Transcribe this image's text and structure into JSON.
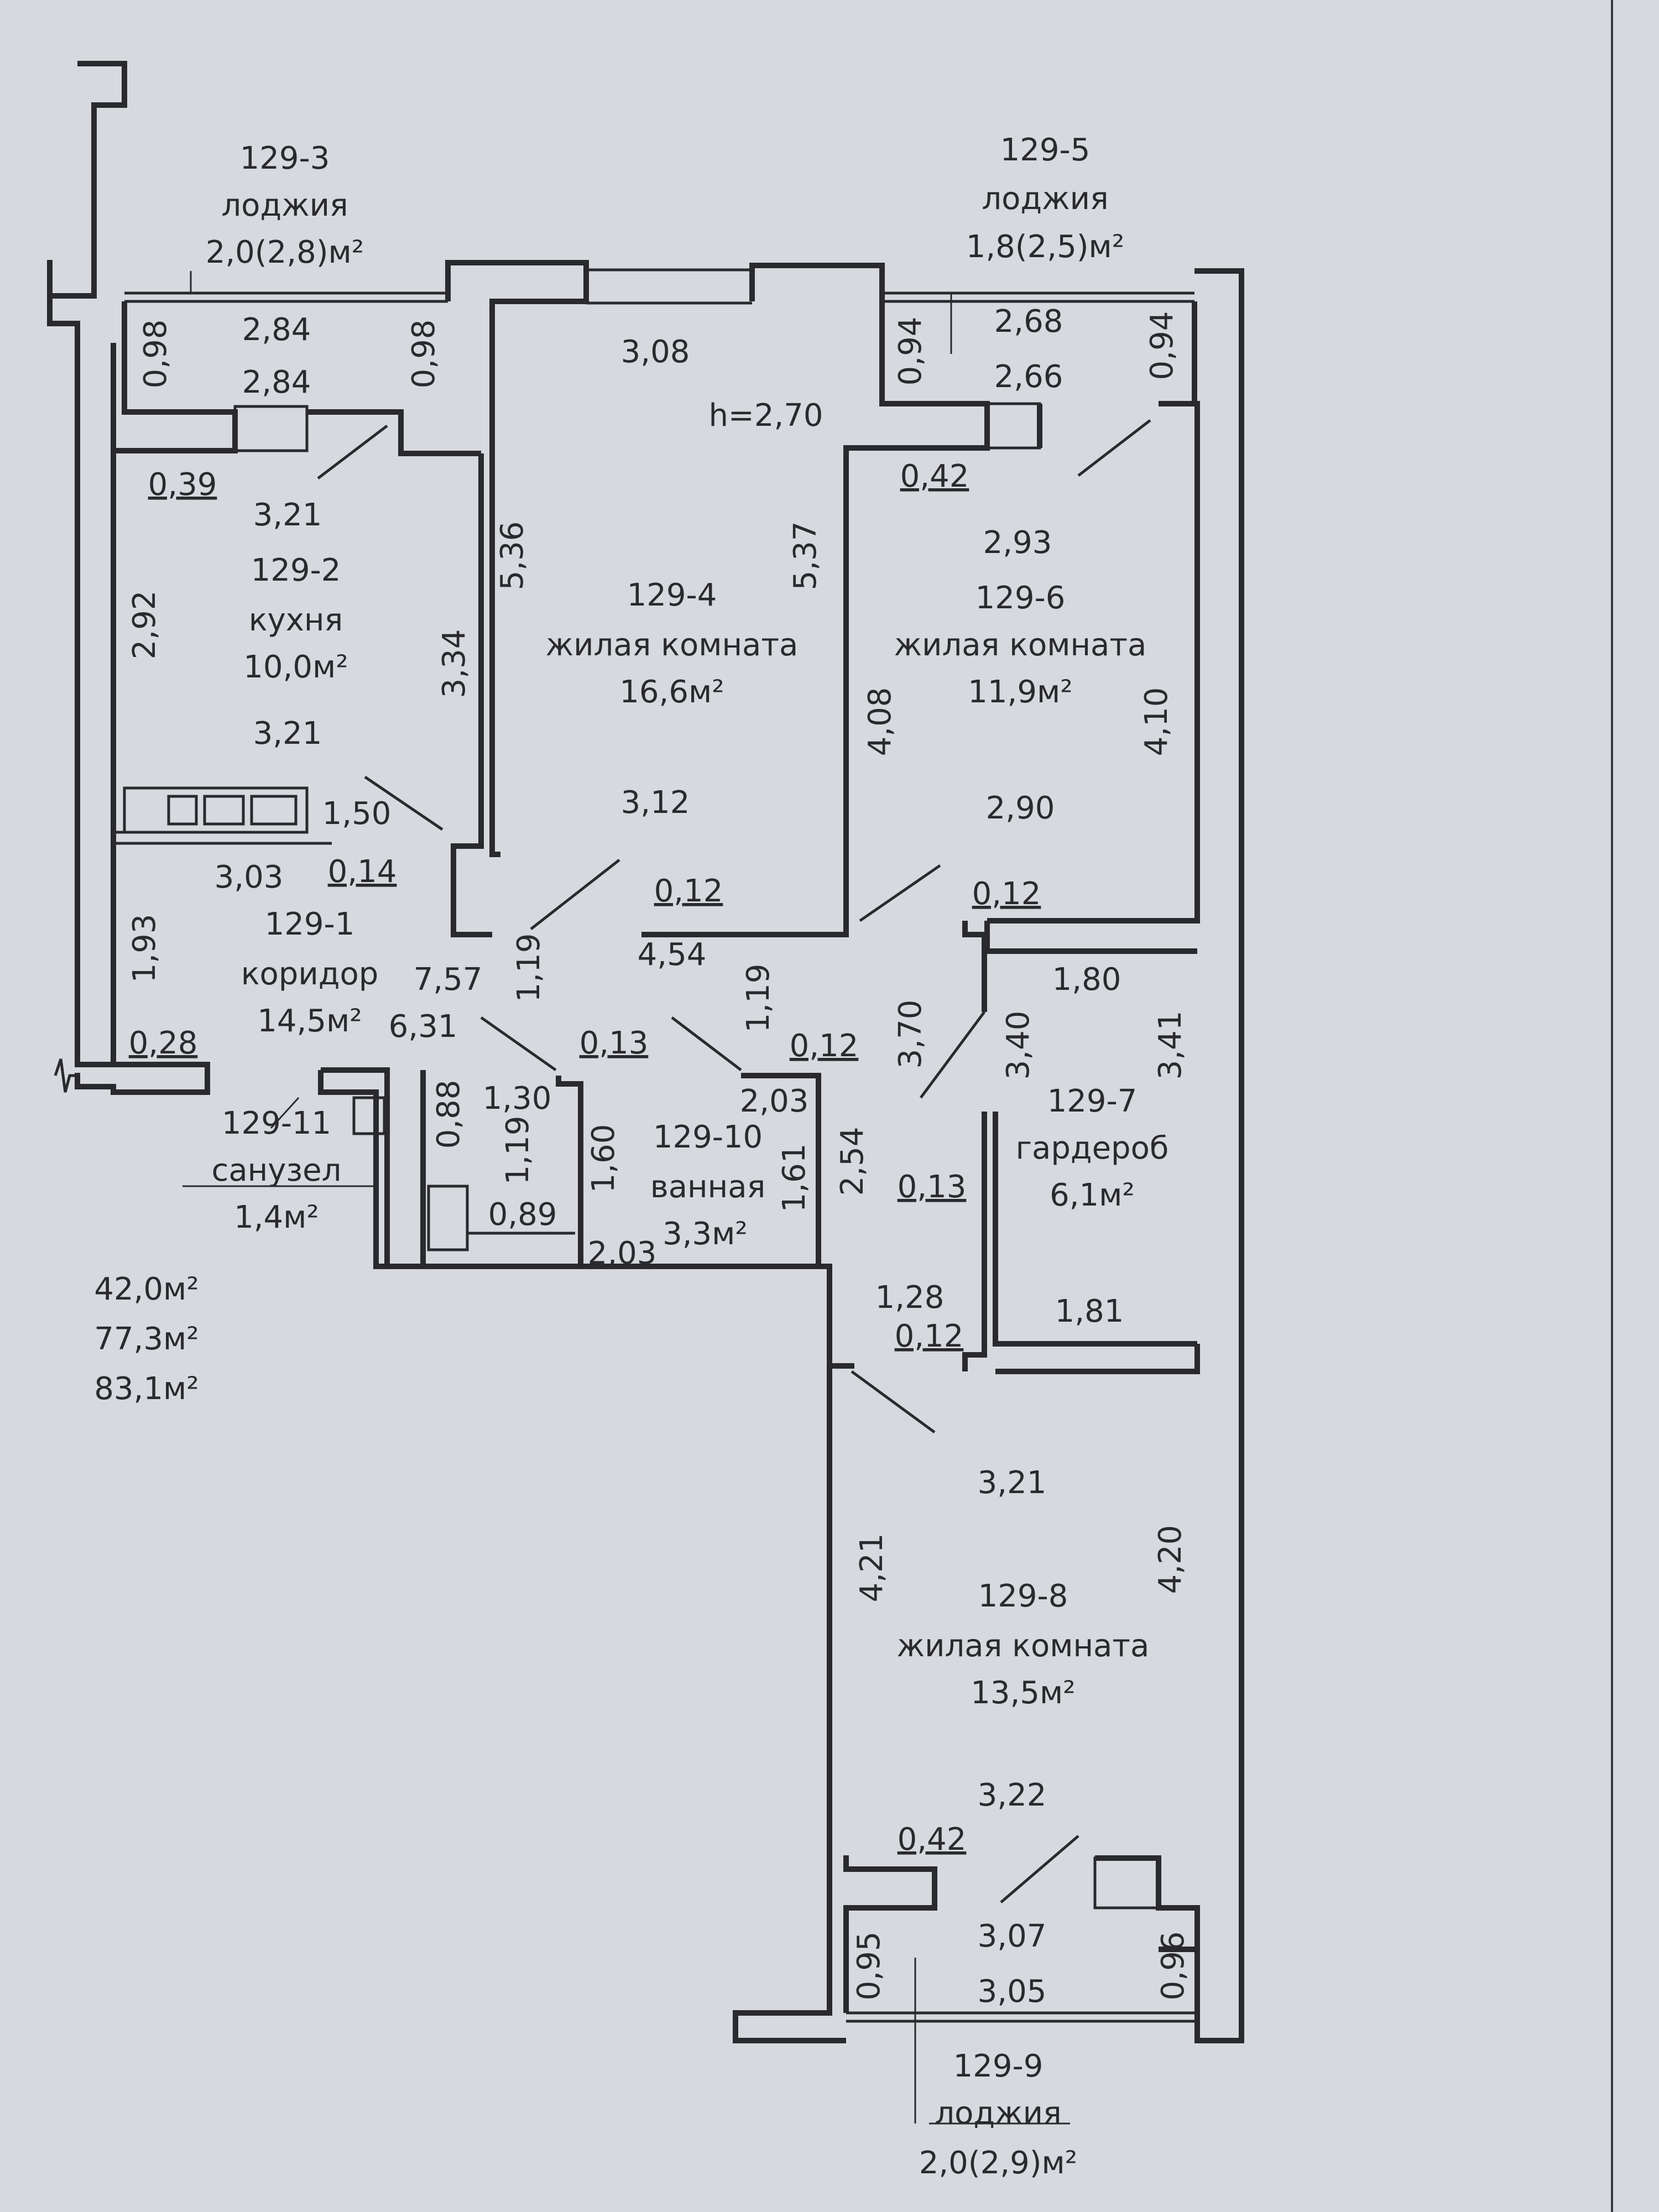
{
  "rooms": {
    "r1": {
      "id": "129-1",
      "name": "коридор",
      "area": "14,5м²"
    },
    "r2": {
      "id": "129-2",
      "name": "кухня",
      "area": "10,0м²"
    },
    "r3": {
      "id": "129-3",
      "name": "лоджия",
      "area": "2,0(2,8)м²"
    },
    "r4": {
      "id": "129-4",
      "name": "жилая комната",
      "area": "16,6м²"
    },
    "r5": {
      "id": "129-5",
      "name": "лоджия",
      "area": "1,8(2,5)м²"
    },
    "r6": {
      "id": "129-6",
      "name": "жилая комната",
      "area": "11,9м²"
    },
    "r7": {
      "id": "129-7",
      "name": "гардероб",
      "area": "6,1м²"
    },
    "r8": {
      "id": "129-8",
      "name": "жилая комната",
      "area": "13,5м²"
    },
    "r9": {
      "id": "129-9",
      "name": "лоджия",
      "area": "2,0(2,9)м²"
    },
    "r10": {
      "id": "129-10",
      "name": "ванная",
      "area": "3,3м²"
    },
    "r11": {
      "id": "129-11",
      "name": "санузел",
      "area": "1,4м²"
    }
  },
  "height": "h=2,70",
  "totals": [
    "42,0м²",
    "77,3м²",
    "83,1м²"
  ],
  "dims": {
    "d1": "2,84",
    "d2": "2,84",
    "d3": "0,98",
    "d4": "0,98",
    "d5": "0,39",
    "d6": "3,21",
    "d7": "2,92",
    "d8": "3,21",
    "d9": "3,34",
    "d10": "1,50",
    "d11": "3,03",
    "d12": "0,14",
    "d13": "1,93",
    "d14": "0,28",
    "d15": "3,08",
    "d16": "5,36",
    "d17": "5,37",
    "d18": "3,12",
    "d19": "0,12",
    "d20": "4,54",
    "d21": "2,68",
    "d22": "2,66",
    "d23": "0,94",
    "d24": "0,94",
    "d25": "0,42",
    "d26": "2,93",
    "d27": "4,08",
    "d28": "4,10",
    "d29": "2,90",
    "d30": "0,12",
    "d31": "1,80",
    "d32": "3,40",
    "d33": "3,41",
    "d34": "3,70",
    "d35": "0,13",
    "d36": "1,28",
    "d37": "0,12",
    "d38": "1,81",
    "d39": "7,57",
    "d40": "6,31",
    "d41": "1,19",
    "d42": "1,19",
    "d43": "0,13",
    "d44": "0,12",
    "d45": "1,30",
    "d46": "0,88",
    "d47": "1,19",
    "d48": "1,60",
    "d49": "0,89",
    "d50": "2,03",
    "d51": "2,03",
    "d52": "1,61",
    "d53": "2,54",
    "d54": "3,21",
    "d55": "4,21",
    "d56": "4,20",
    "d57": "3,22",
    "d58": "0,42",
    "d59": "3,07",
    "d60": "3,05",
    "d61": "0,95",
    "d62": "0,96"
  }
}
